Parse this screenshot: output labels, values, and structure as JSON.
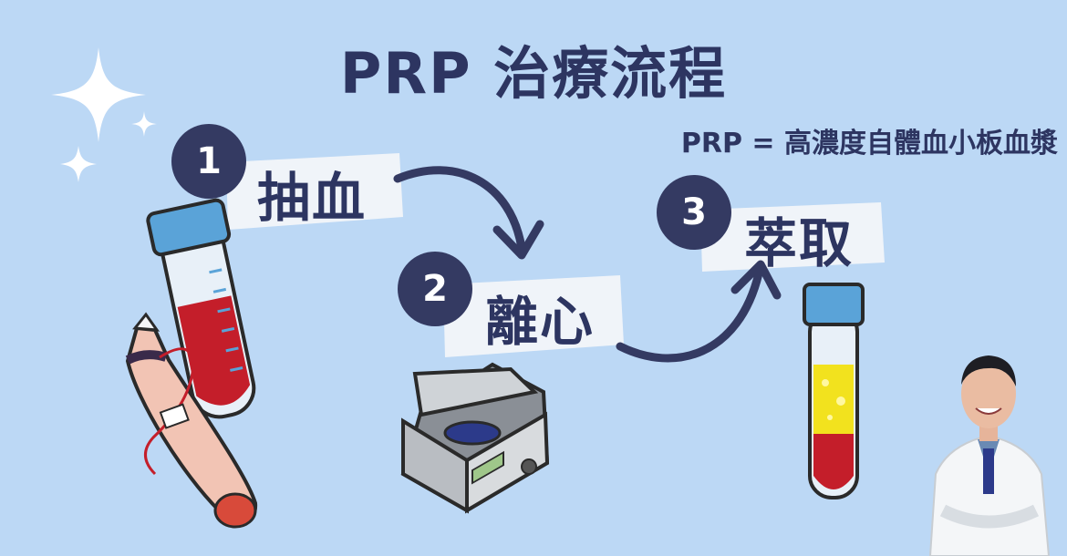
{
  "title": "PRP 治療流程",
  "subtitle": "PRP = 高濃度自體血小板血漿",
  "steps": [
    {
      "number": "1",
      "label": "抽血"
    },
    {
      "number": "2",
      "label": "離心"
    },
    {
      "number": "3",
      "label": "萃取"
    }
  ],
  "colors": {
    "background": "#bcd8f5",
    "text": "#2d3561",
    "badge": "#343a62",
    "blood": "#c41e2a",
    "plasma": "#f2e21e",
    "cap": "#5aa3d8"
  }
}
